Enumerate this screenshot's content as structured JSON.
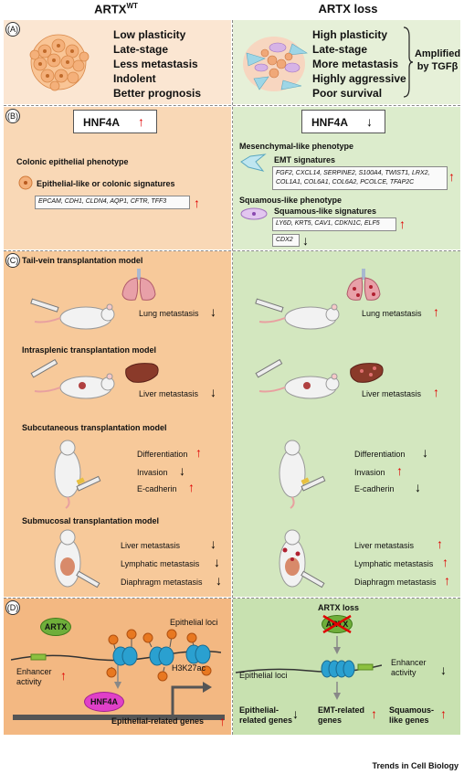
{
  "headers": {
    "left_main": "ARTX",
    "left_sup": "WT",
    "right": "ARTX loss"
  },
  "panel_a": {
    "label": "A",
    "left_lines": [
      "Low plasticity",
      "Late-stage",
      "Less metastasis",
      "Indolent",
      "Better prognosis"
    ],
    "right_lines": [
      "High plasticity",
      "Late-stage",
      "More metastasis",
      "Highly aggressive",
      "Poor survival"
    ],
    "amplified": "Amplified by TGFβ"
  },
  "panel_b": {
    "label": "B",
    "hnf4a": "HNF4A",
    "colonic": "Colonic epithelial phenotype",
    "epi_sig": "Epithelial-like or colonic signatures",
    "epi_genes": "EPCAM, CDH1, CLDN4, AQP1, CFTR, TFF3",
    "mesen": "Mesenchymal-like phenotype",
    "emt": "EMT signatures",
    "emt_genes1": "FGF2, CXCL14, SERPINE2, S100A4, TWIST1, LRX2,",
    "emt_genes2": "COL1A1, COL6A1, COL6A2, PCOLCE, TFAP2C",
    "squam": "Squamous-like phenotype",
    "squam_sig": "Squamous-like signatures",
    "squam_genes": "LY6D, KRT5, CAV1, CDKN1C, ELF5",
    "cdx2": "CDX2"
  },
  "panel_c": {
    "label": "C",
    "tail": "Tail-vein transplantation model",
    "lung": "Lung metastasis",
    "intra": "Intrasplenic transplantation model",
    "liver": "Liver metastasis",
    "subcu": "Subcutaneous transplantation model",
    "diff": "Differentiation",
    "inv": "Invasion",
    "ecad": "E-cadherin",
    "submuc": "Submucosal transplantation model",
    "lymph": "Lymphatic metastasis",
    "diaph": "Diaphragm metastasis"
  },
  "panel_d": {
    "label": "D",
    "artx": "ARTX",
    "epi_loci": "Epithelial loci",
    "h3k": "H3K27ac",
    "enh1": "Enhancer",
    "enh2": "activity",
    "hnf4a": "HNF4A",
    "epi_rel": "Epithelial-related genes",
    "artx_loss": "ARTX loss",
    "epi_rel_a": "Epithelial-",
    "epi_rel_b": "related genes",
    "emt_a": "EMT-related",
    "emt_b": "genes",
    "sq_a": "Squamous-",
    "sq_b": "like genes"
  },
  "credit": "Trends in Cell Biology",
  "colors": {
    "up_arrow": "#e00000",
    "down_arrow": "#000000",
    "hnf4a_pill": "#e040c8",
    "artx_pill": "#6fae3a"
  }
}
